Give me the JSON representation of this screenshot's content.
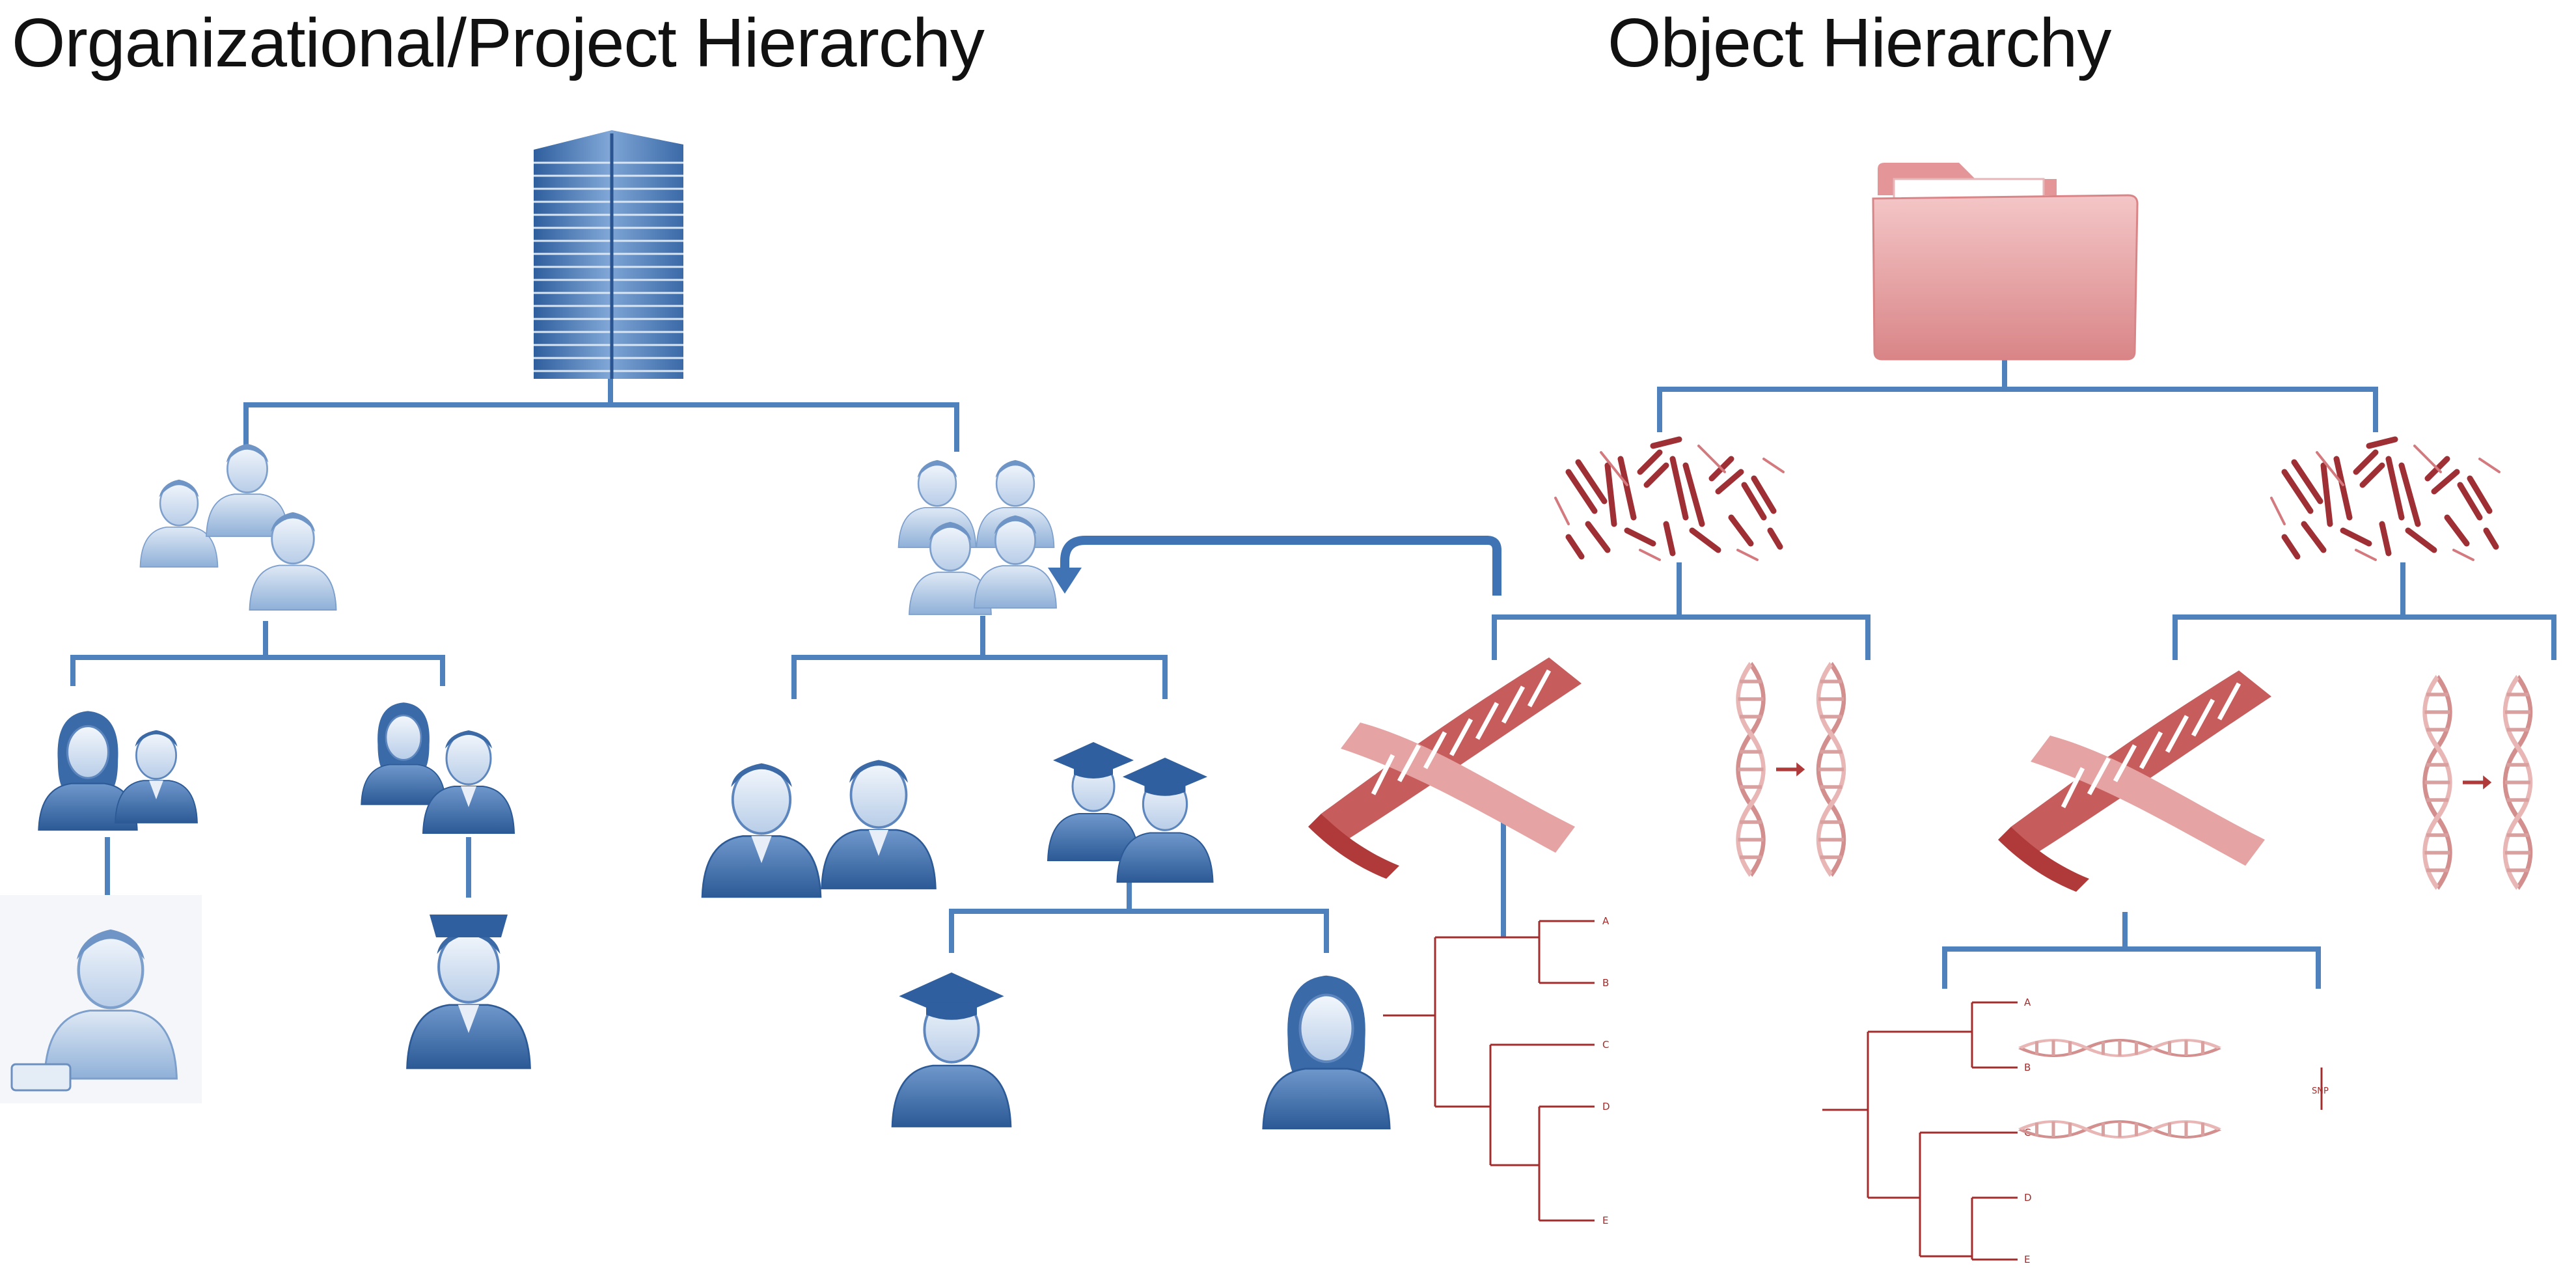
{
  "titles": {
    "left": "Organizational/Project Hierarchy",
    "right": "Object Hierarchy"
  },
  "colors": {
    "connector": "#4f81bd",
    "person_dark": "#3a6aa8",
    "person_light": "#8fb0d8",
    "dna_red": "#b03a3a",
    "dna_pink": "#e3a3a3",
    "folder": "#e8a6a8",
    "tree_line": "#a32d2d"
  },
  "tree_leaf_labels": [
    "A",
    "B",
    "C",
    "D",
    "E"
  ],
  "snp_label": "SNP",
  "icons": {
    "org_root": "office-building-icon",
    "obj_root": "folder-icon",
    "genome": "chromosome-set-icon",
    "sequence": "dna-helix-icon",
    "alignment": "paired-dna-icon",
    "phylogeny": "phylogenetic-tree-icon",
    "variant": "snp-dna-icon"
  }
}
